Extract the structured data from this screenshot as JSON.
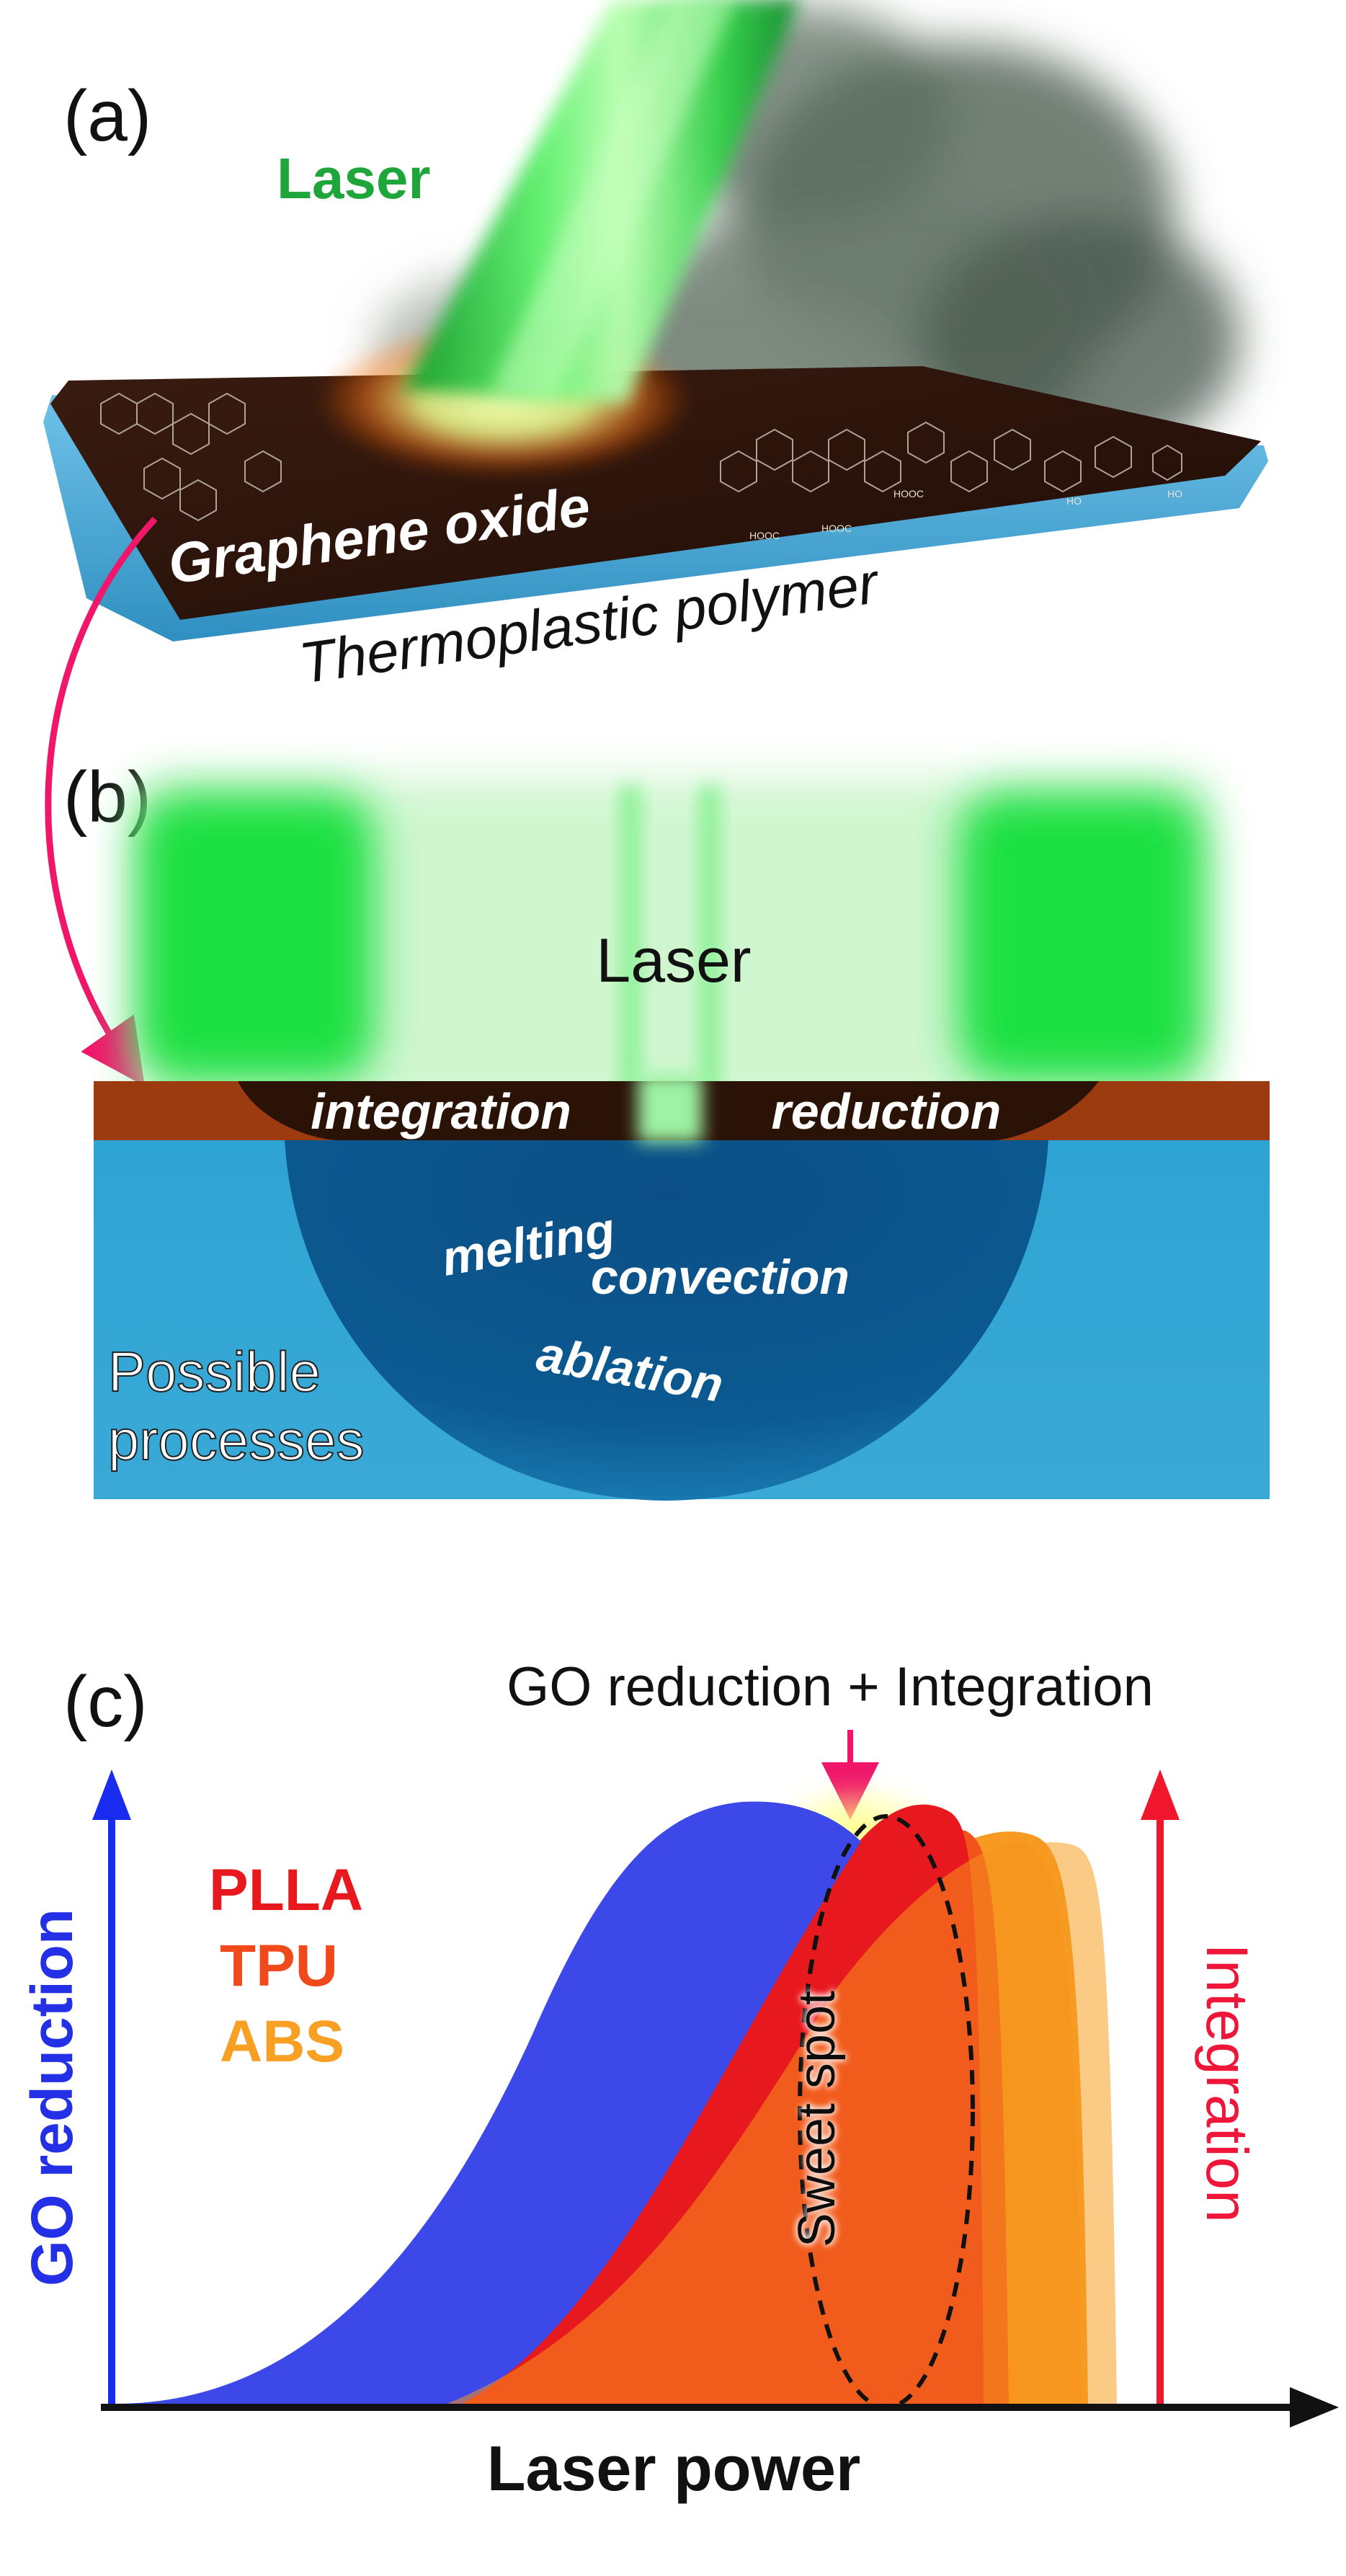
{
  "panel_a": {
    "label": "(a)",
    "laser": "Laser",
    "layer_top": "Graphene oxide",
    "layer_bottom": "Thermoplastic polymer",
    "molecule_tags": [
      "HOOC",
      "HOOC",
      "HOOC",
      "HO",
      "HO"
    ]
  },
  "panel_b": {
    "label": "(b)",
    "laser": "Laser",
    "left_process": "integration",
    "right_process": "reduction",
    "process_1": "melting",
    "process_2": "convection",
    "process_3": "ablation",
    "caption_line1": "Possible",
    "caption_line2": "processes"
  },
  "panel_c": {
    "label": "(c)",
    "title": "GO reduction + Integration",
    "materials": [
      {
        "name": "PLLA",
        "color": "#e8191e"
      },
      {
        "name": "TPU",
        "color": "#f04a1c"
      },
      {
        "name": "ABS",
        "color": "#f7a023"
      }
    ],
    "y_left": "GO reduction",
    "y_right": "Integration",
    "x_axis": "Laser power",
    "sweet_spot": "Sweet spot"
  },
  "colors": {
    "laser_green": "#1fdc3a",
    "go_blue": "#3b46e6",
    "pll_red": "#e8191e",
    "tpu_orange": "#f04a1c",
    "abs_orange": "#f7a023",
    "polymer_blue": "#2b9fcf",
    "pink_arrow": "#f0176b"
  }
}
